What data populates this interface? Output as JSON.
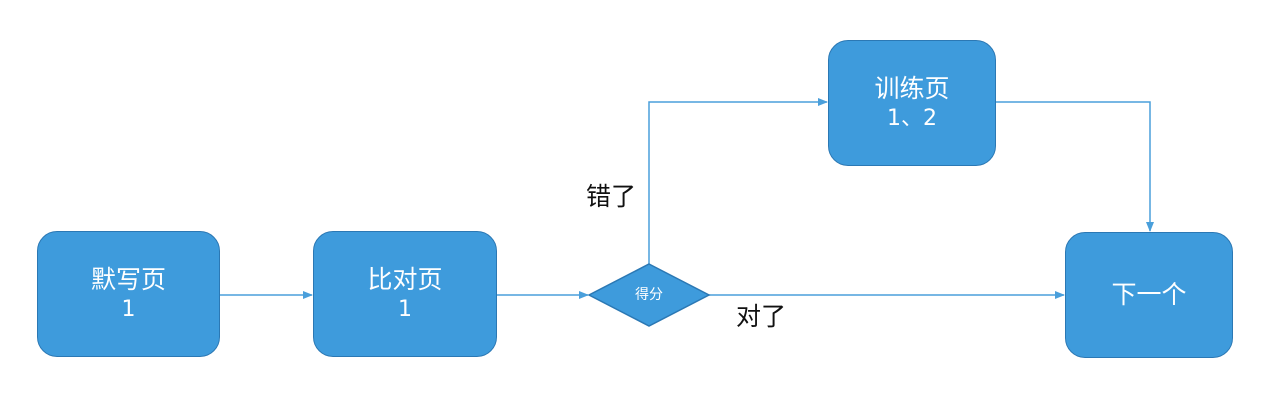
{
  "nodes": {
    "dictation": {
      "title": "默写页",
      "sub": "1"
    },
    "compare": {
      "title": "比对页",
      "sub": "1"
    },
    "score": {
      "title": "得分"
    },
    "training": {
      "title": "训练页",
      "sub": "1、2"
    },
    "next": {
      "title": "下一个"
    }
  },
  "edges": {
    "wrong": "错了",
    "right": "对了"
  },
  "colors": {
    "node_fill": "#3e9bdc",
    "node_border": "#2b78b4",
    "arrow": "#4a9fdb"
  }
}
